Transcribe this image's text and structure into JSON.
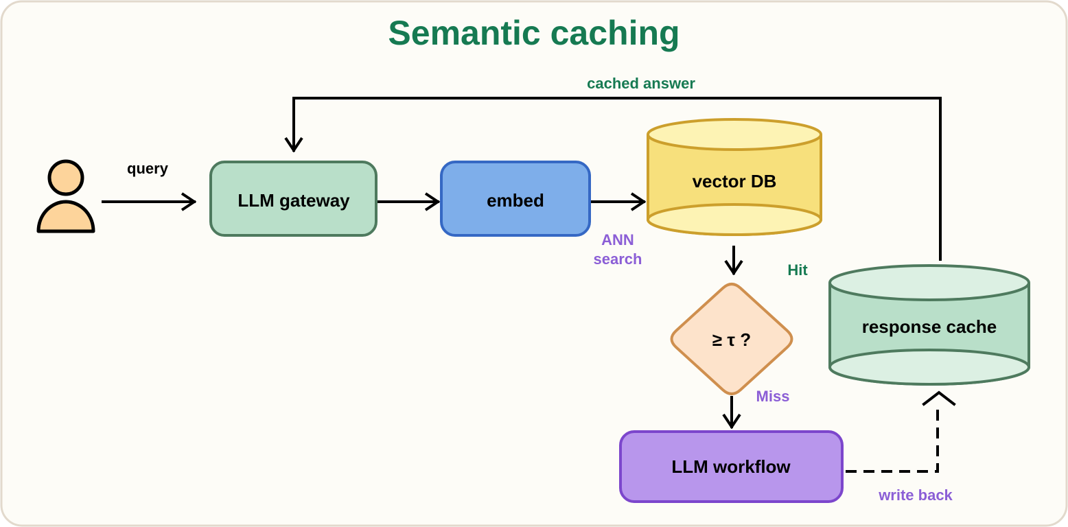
{
  "title": "Semantic caching",
  "nodes": {
    "user": {
      "kind": "person-icon"
    },
    "gateway": {
      "label": "LLM gateway"
    },
    "embed": {
      "label": "embed"
    },
    "vector_db": {
      "label": "vector DB"
    },
    "decision": {
      "label": "≥ τ ?"
    },
    "cache": {
      "label": "response cache"
    },
    "workflow": {
      "label": "LLM workflow"
    }
  },
  "edges": {
    "query": "query",
    "ann_line1": "ANN",
    "ann_line2": "search",
    "hit": "Hit",
    "miss": "Miss",
    "write_back": "write back",
    "cached_answer": "cached answer"
  },
  "colors": {
    "background": "#fdfcf7",
    "frame": "#e2d9cc",
    "title": "#167a52",
    "green_label": "#167a52",
    "purple_label": "#8b5ed6",
    "gateway_fill": "#b9dfc9",
    "gateway_stroke": "#4e7a5e",
    "embed_fill": "#7eaeea",
    "embed_stroke": "#3568c4",
    "db_fill": "#f7e07c",
    "db_top": "#fdf3b4",
    "db_stroke": "#cc9f2c",
    "decision_fill": "#fde3cb",
    "decision_stroke": "#cf8f4e",
    "cache_fill": "#b9dfc9",
    "cache_top": "#dcf0e3",
    "cache_stroke": "#4e7a5e",
    "workflow_fill": "#b896ec",
    "workflow_stroke": "#7c46cc",
    "user_fill": "#fdd49b"
  }
}
